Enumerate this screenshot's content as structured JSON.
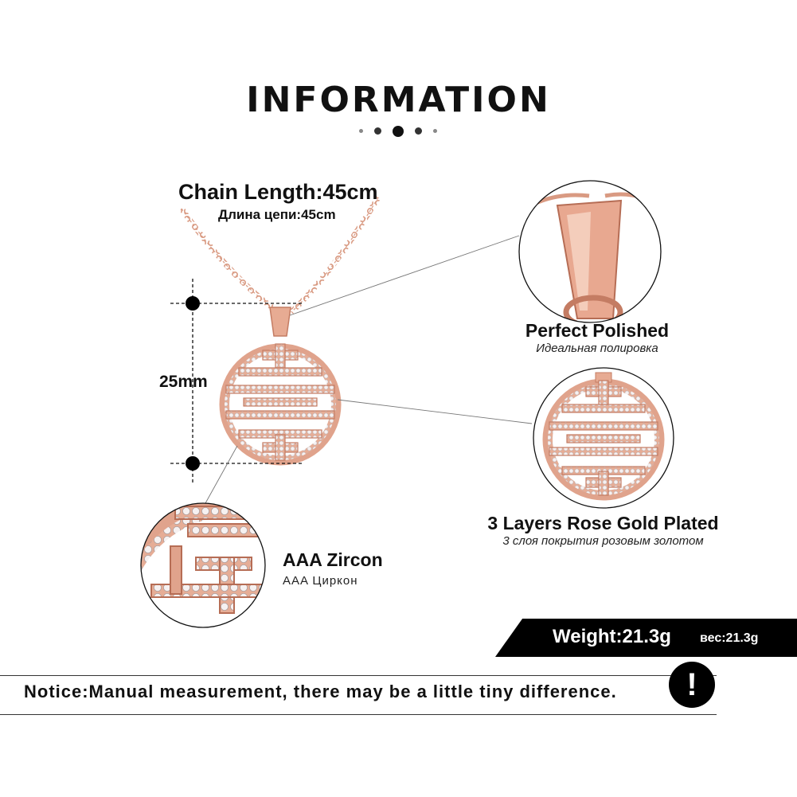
{
  "header": {
    "title": "INFORMATION"
  },
  "chain": {
    "length_en": "Chain Length:45cm",
    "length_ru": "Длина цепи:45cm"
  },
  "pendant": {
    "size": "25mm"
  },
  "features": {
    "polished_en": "Perfect  Polished",
    "polished_ru": "Идеальная полировка",
    "plated_en": "3 Layers Rose Gold Plated",
    "plated_ru": "3 слоя покрытия розовым золотом",
    "zircon_en": "AAA  Zircon",
    "zircon_ru": "AAA Циркон"
  },
  "weight": {
    "en": "Weight:21.3g",
    "ru": "вес:21.3g"
  },
  "notice": {
    "text": "Notice:Manual measurement, there may be a little tiny difference.",
    "icon_text": "!"
  },
  "colors": {
    "rose_gold": "#e0a38c",
    "rose_gold_dark": "#c47c63",
    "zircon": "#f3efef",
    "text": "#111111"
  },
  "icons": [
    "dimension-marker-icon",
    "alert-icon",
    "pagination-dots"
  ]
}
